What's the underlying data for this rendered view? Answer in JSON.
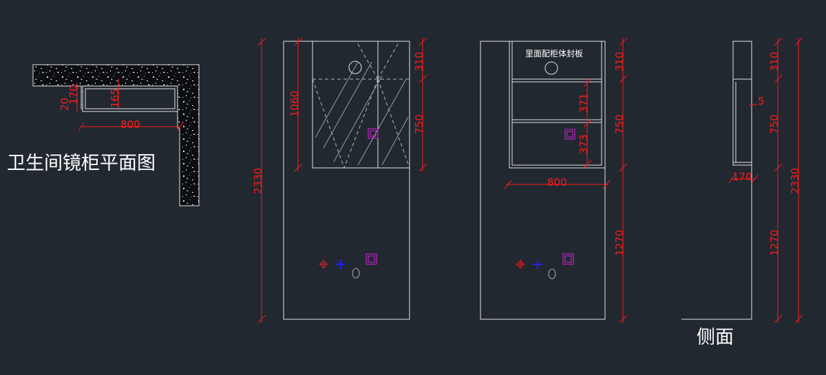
{
  "plan": {
    "title": "卫生间镜柜平面图",
    "dims": {
      "d20": "20",
      "d170": "170",
      "d165": "165",
      "d800": "800"
    }
  },
  "front_a": {
    "dims": {
      "total": "2330",
      "mirror": "1060",
      "top": "310",
      "middle": "750"
    }
  },
  "front_b": {
    "note": "里面配柜体封板",
    "dims": {
      "top": "310",
      "upper_shelf": "371",
      "lower_shelf": "373",
      "middle": "750",
      "bottom": "1270",
      "width": "800"
    }
  },
  "side": {
    "title": "侧面",
    "dims": {
      "five": "5",
      "depth": "170",
      "top": "310",
      "middle": "750",
      "bottom": "1270",
      "total": "2330"
    }
  },
  "colors": {
    "background": "#212830",
    "line": "#e6e6e6",
    "dimension": "#ff1a1a",
    "socket": "#e020e0",
    "hot_water": "#ff1a1a",
    "cold_water": "#2020ff"
  }
}
